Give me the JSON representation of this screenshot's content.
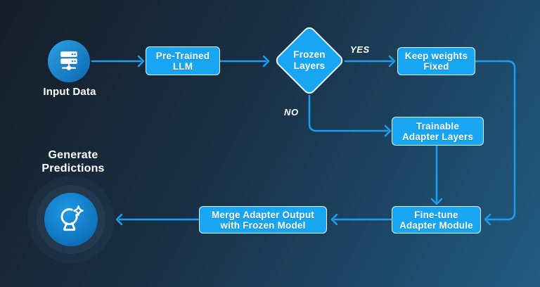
{
  "diagram": {
    "title": "LLM adapter fine-tuning flowchart",
    "nodes": {
      "input_data": {
        "label": "Input Data",
        "icon": "server-icon"
      },
      "pre_trained_llm": {
        "line1": "Pre-Trained",
        "line2": "LLM"
      },
      "frozen_layers": {
        "line1": "Frozen",
        "line2": "Layers",
        "shape": "decision-diamond"
      },
      "keep_weights_fixed": {
        "line1": "Keep weights",
        "line2": "Fixed"
      },
      "trainable_adapter_layers": {
        "line1": "Trainable",
        "line2": "Adapter Layers"
      },
      "fine_tune_adapter_module": {
        "line1": "Fine-tune",
        "line2": "Adapter Module"
      },
      "merge_adapter_output": {
        "line1": "Merge Adapter Output",
        "line2": "with Frozen Model"
      },
      "generate_predictions": {
        "line1": "Generate",
        "line2": "Predictions",
        "icon": "crystal-ball-icon"
      }
    },
    "edge_labels": {
      "yes": "YES",
      "no": "NO"
    },
    "colors": {
      "node_fill": "#18a6f3",
      "node_border": "#dff0fb",
      "arrow": "#1b9ef2",
      "text": "#ffffff",
      "background_dark": "#151e29",
      "background_light": "#215c82",
      "icon_circle_light": "#2fa0e3",
      "icon_circle_dark": "#0b67b0"
    }
  }
}
